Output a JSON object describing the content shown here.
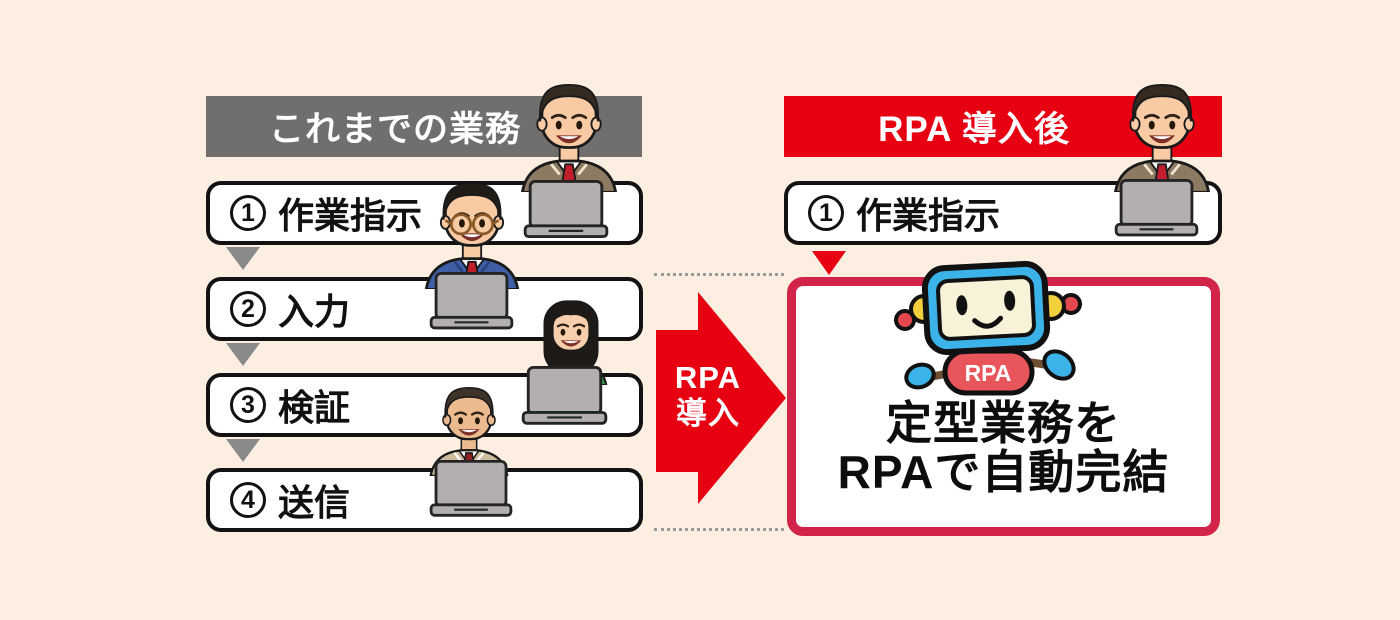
{
  "palette": {
    "background": "#FCEFE2",
    "header_gray": "#716E6E",
    "accent_red": "#E60012",
    "result_border_red": "#D2234A",
    "flow_triangle_gray": "#8A8A8A",
    "box_border": "#121212",
    "robot_blue": "#3BB3E8",
    "robot_body_red": "#E8555B",
    "robot_ear_yellow": "#F2CF3C"
  },
  "left": {
    "header": "これまでの業務",
    "steps": [
      {
        "number": "1",
        "label": "作業指示"
      },
      {
        "number": "2",
        "label": "入力"
      },
      {
        "number": "3",
        "label": "検証"
      },
      {
        "number": "4",
        "label": "送信"
      }
    ]
  },
  "middle": {
    "arrow_line1": "RPA",
    "arrow_line2": "導入"
  },
  "right": {
    "header": "RPA 導入後",
    "step": {
      "number": "1",
      "label": "作業指示"
    },
    "robot_badge": "RPA",
    "result_line1": "定型業務を",
    "result_line2": "RPAで自動完結"
  }
}
